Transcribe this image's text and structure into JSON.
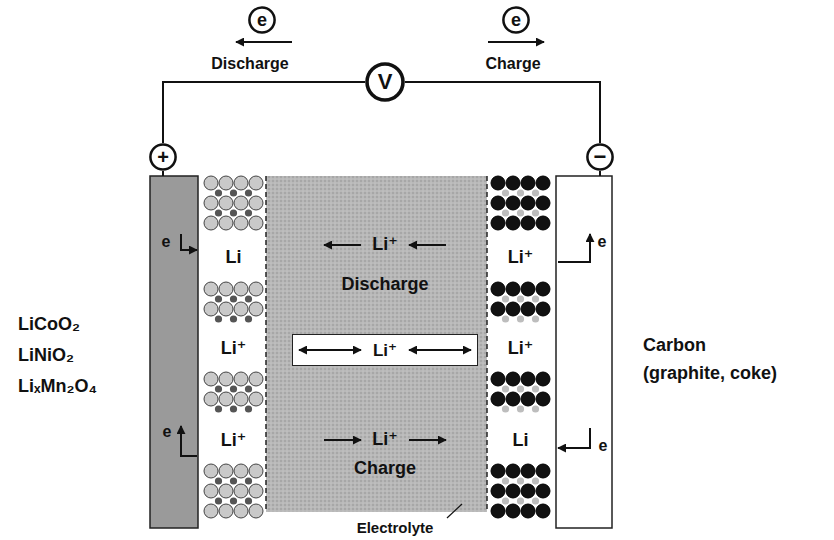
{
  "diagram": {
    "nodes": [
      {
        "text": [
          "e"
        ]
      },
      {
        "text": [
          "V"
        ]
      },
      {
        "text": [
          "e"
        ]
      },
      {
        "text": [
          "+"
        ]
      },
      {
        "text": [
          "−"
        ]
      },
      {
        "text": [
          "Li"
        ]
      },
      {
        "text": [
          "Li⁺"
        ]
      },
      {
        "text": [
          "Li⁺"
        ]
      },
      {
        "text": [
          "Li⁺"
        ]
      },
      {
        "text": [
          "Li⁺"
        ]
      },
      {
        "text": [
          "Li⁺"
        ]
      },
      {
        "text": [
          "Li"
        ]
      }
    ],
    "edges": [
      {
        "from": 3,
        "to": 1,
        "arrow": "none"
      },
      {
        "from": 1,
        "to": 4,
        "arrow": "none"
      }
    ],
    "labels": [
      "Discharge",
      "Charge",
      "e",
      "e",
      "e",
      "e",
      "Li⁺",
      "Discharge",
      "Li⁺",
      "Charge",
      "LiCoO₂",
      "LiNiO₂",
      "LiₓMn₂O₄",
      "Carbon",
      "(graphite, coke)",
      "Electrolyte"
    ]
  }
}
